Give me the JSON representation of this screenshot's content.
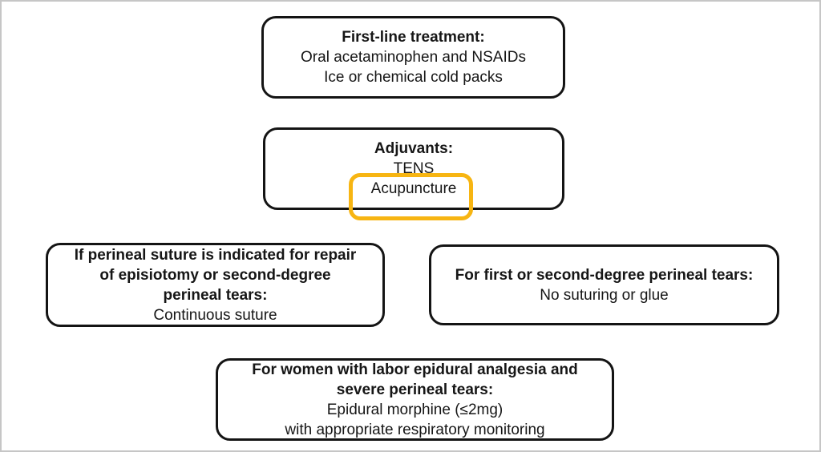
{
  "frame": {
    "border_color": "#c6c6c6",
    "background": "#ffffff"
  },
  "highlight": {
    "color": "#f7b512",
    "target_label": "Acupuncture"
  },
  "boxes": {
    "first_line": {
      "title": "First-line treatment:",
      "line1": "Oral acetaminophen and NSAIDs",
      "line2": "Ice or chemical cold packs"
    },
    "adjuvants": {
      "title": "Adjuvants:",
      "line1": "TENS",
      "line2": "Acupuncture"
    },
    "perineal_suture": {
      "title1": "If perineal suture is indicated for repair",
      "title2": "of episiotomy or second-degree",
      "title3": "perineal tears:",
      "line1": "Continuous suture"
    },
    "perineal_tears": {
      "title": "For first or second-degree perineal tears:",
      "line1": "No suturing or glue"
    },
    "epidural": {
      "title1": "For women with labor epidural analgesia and",
      "title2": "severe perineal tears:",
      "line1": "Epidural morphine (≤2mg)",
      "line2": "with appropriate respiratory monitoring"
    }
  }
}
